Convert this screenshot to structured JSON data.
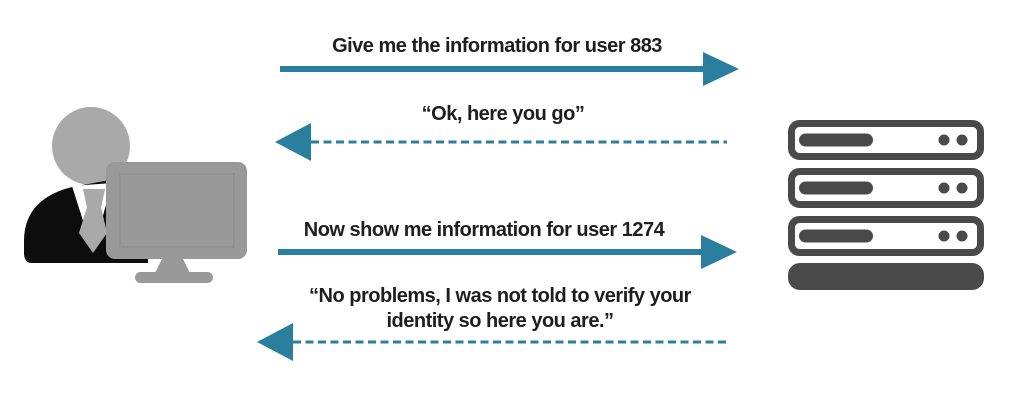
{
  "colors": {
    "arrow_teal": "#2b7f9e",
    "server_gray": "#4a4a4a",
    "figure_gray": "#a9a9a9",
    "monitor_gray": "#999999",
    "suit_black": "#0d0d0d",
    "shirt_white": "#ffffff",
    "text": "#1e1e1e",
    "background": "#ffffff"
  },
  "icons": {
    "client": "user-at-computer-icon",
    "server": "server-rack-icon"
  },
  "messages": [
    {
      "direction": "right",
      "line_style": "solid",
      "from": "client",
      "to": "server",
      "label": "Give me the information for user 883"
    },
    {
      "direction": "left",
      "line_style": "dashed",
      "from": "server",
      "to": "client",
      "label": "“Ok, here you go”"
    },
    {
      "direction": "right",
      "line_style": "solid",
      "from": "client",
      "to": "server",
      "label": "Now show me information for user 1274"
    },
    {
      "direction": "left",
      "line_style": "dashed",
      "from": "server",
      "to": "client",
      "label": "“No problems, I was not told to verify your identity so here you are.”"
    }
  ]
}
